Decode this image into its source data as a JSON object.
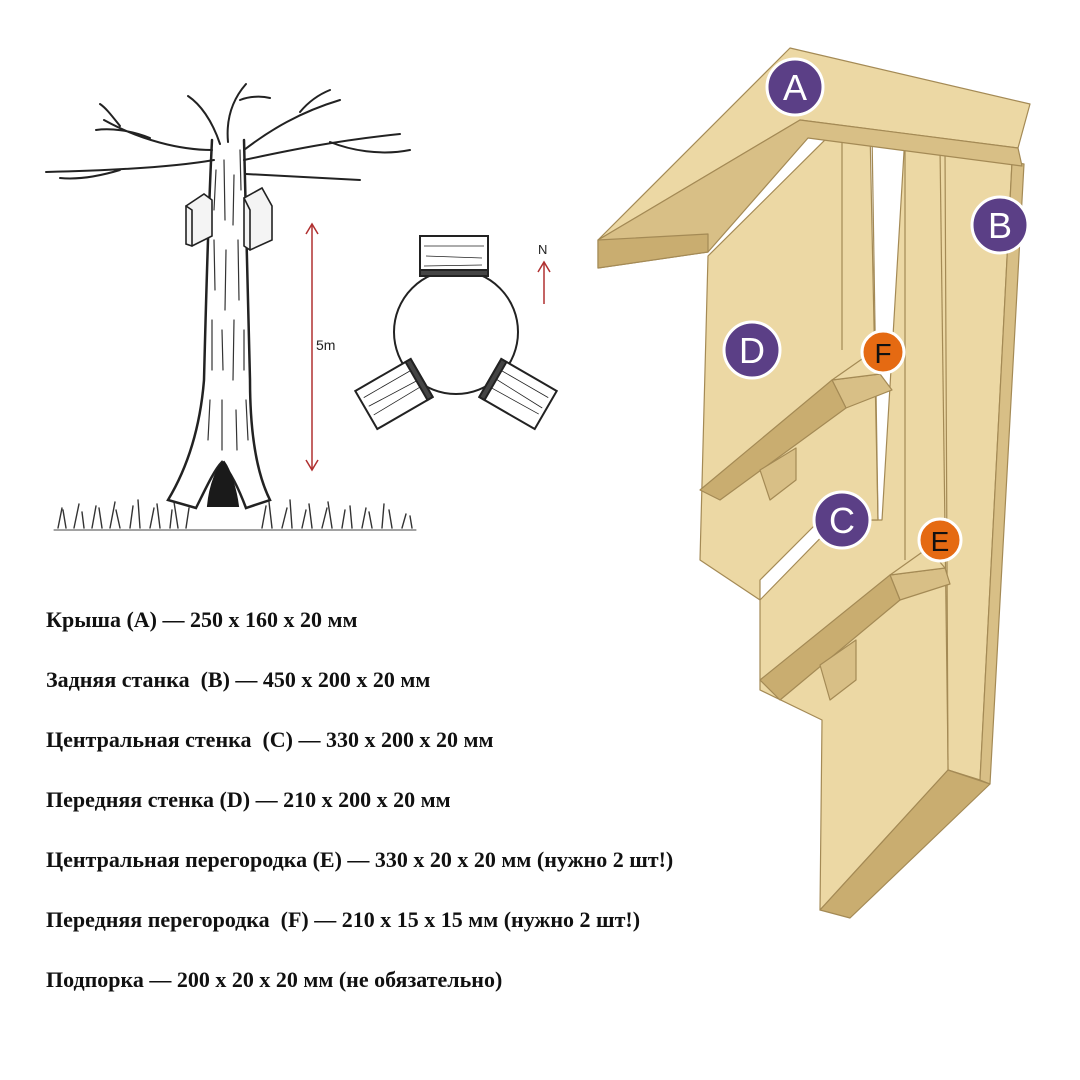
{
  "colors": {
    "wood_face": "#ecd8a4",
    "wood_side": "#d8bf86",
    "wood_dark": "#b89c62",
    "badge_purple": "#5b3f86",
    "badge_orange": "#e56a12",
    "badge_ring": "#ffffff",
    "ink": "#111111",
    "height_arrow": "#b03030"
  },
  "illustration": {
    "height_label": "5m",
    "compass_label": "N"
  },
  "badges": [
    {
      "id": "A",
      "label": "A",
      "color": "purple"
    },
    {
      "id": "B",
      "label": "B",
      "color": "purple"
    },
    {
      "id": "C",
      "label": "C",
      "color": "purple"
    },
    {
      "id": "D",
      "label": "D",
      "color": "purple"
    },
    {
      "id": "E",
      "label": "E",
      "color": "orange"
    },
    {
      "id": "F",
      "label": "F",
      "color": "orange"
    }
  ],
  "parts": [
    "Крыша (A) — 250 х 160 х 20 мм",
    "Задняя станка  (B) — 450 х 200 х 20 мм",
    "Центральная стенка  (C) — 330 х 200 х 20 мм",
    "Передняя стенка (D) — 210 х 200 х 20 мм",
    "Центральная перегородка (E) — 330 х 20 х 20 мм (нужно 2 шт!)",
    "Передняя перегородка  (F) — 210 х 15 х 15 мм (нужно 2 шт!)",
    "Подпорка — 200 х 20 х 20 мм (не обязательно)"
  ]
}
